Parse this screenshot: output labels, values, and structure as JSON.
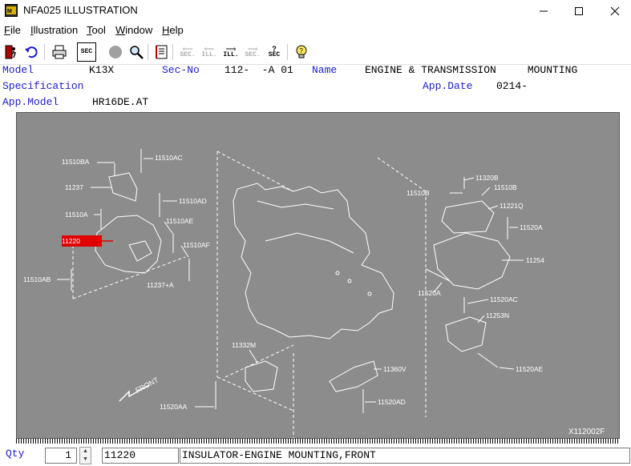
{
  "window": {
    "title": "NFA025 ILLUSTRATION",
    "icon": "app-logo-icon",
    "controls": [
      "minimize-icon",
      "maximize-icon",
      "close-icon"
    ]
  },
  "menu": {
    "file": {
      "accel": "F",
      "rest": "ile"
    },
    "illustration": {
      "accel": "I",
      "rest": "llustration"
    },
    "tool": {
      "accel": "T",
      "rest": "ool"
    },
    "window": {
      "accel": "W",
      "rest": "indow"
    },
    "help": {
      "accel": "H",
      "rest": "elp"
    }
  },
  "toolbar": {
    "prev_sec": "SEC.",
    "prev_ill": "ILL.",
    "next_ill": "ILL.",
    "next_sec": "SEC.",
    "sec_query": "SEC",
    "sec_button": "SEC"
  },
  "info": {
    "model_label": "Model",
    "model_value": "K13X",
    "secno_label": "Sec-No",
    "secno_value": "112-  -A 01",
    "name_label": "Name",
    "name_value": "ENGINE & TRANSMISSION     MOUNTING",
    "spec_label": "Specification",
    "appdate_label": "App.Date",
    "appdate_value": "0214-",
    "appmodel_label": "App.Model",
    "appmodel_value": "HR16DE.AT"
  },
  "illustration": {
    "selected_part": "11220",
    "code": "X112002F",
    "front_label": "FRONT",
    "parts": {
      "p11510BA": "11510BA",
      "p11510AC": "11510AC",
      "p11237": "11237",
      "p11510AD": "11510AD",
      "p11510A_left": "11510A",
      "p11510AE": "11510AE",
      "p11510AF": "11510AF",
      "p11510AB": "11510AB",
      "p11237A": "11237+A",
      "p11320B": "11320B",
      "p11510B_right": "11510B",
      "p11510B_left": "11510B",
      "p11221Q": "11221Q",
      "p11520A": "11520A",
      "p11254": "11254",
      "p11520A_low": "11520A",
      "p11520AC": "11520AC",
      "p11253N": "11253N",
      "p11520AE": "11520AE",
      "p11332M": "11332M",
      "p11360V": "11360V",
      "p11520AD": "11520AD",
      "p11520AA": "11520AA"
    }
  },
  "bottom": {
    "qty_label": "Qty",
    "qty_value": "1",
    "part_number": "11220",
    "part_name": "INSULATOR-ENGINE MOUNTING,FRONT"
  },
  "colors": {
    "label_blue": "#1c1ccc",
    "illustration_bg": "#8c8c8c",
    "highlight_red": "#e00000"
  }
}
